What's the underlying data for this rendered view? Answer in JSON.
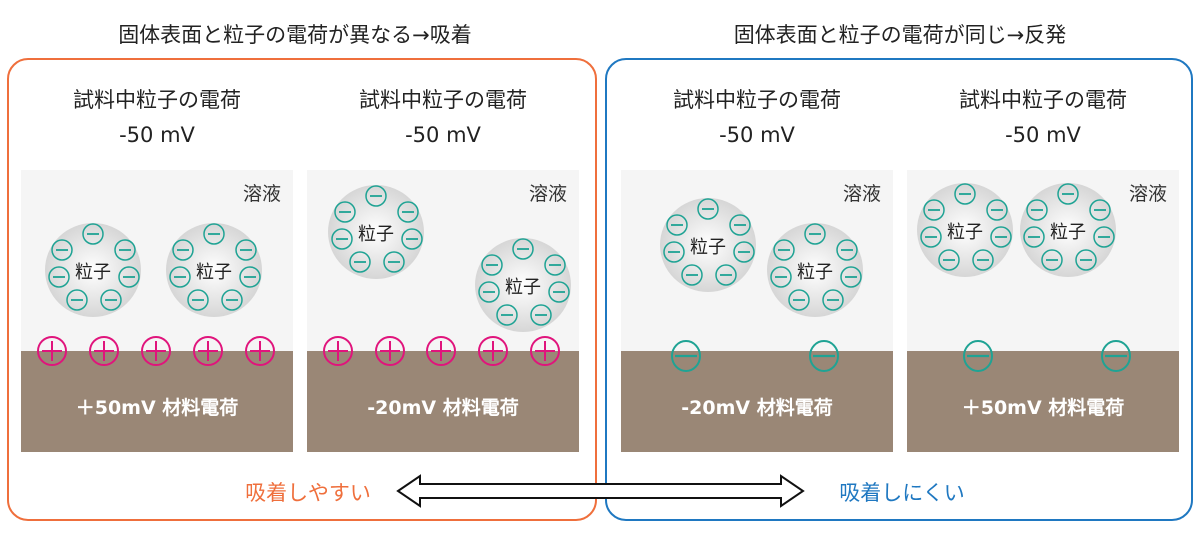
{
  "groups": [
    {
      "title": "固体表面と粒子の電荷が異なる→吸着",
      "color": "#ef6f3c",
      "result": "吸着しやすい"
    },
    {
      "title": "固体表面と粒子の電荷が同じ→反発",
      "color": "#1f78c1",
      "result": "吸着しにくい"
    }
  ],
  "panels": [
    {
      "heading": "試料中粒子の電荷",
      "particle_charge": "-50 mV",
      "solution_label": "溶液",
      "material_label": "＋50mV 材料電荷",
      "surface_charge_sign": "+",
      "surface_charge_count": 5,
      "particle_label": "粒子"
    },
    {
      "heading": "試料中粒子の電荷",
      "particle_charge": "-50 mV",
      "solution_label": "溶液",
      "material_label": "-20mV 材料電荷",
      "surface_charge_sign": "+",
      "surface_charge_count": 5,
      "particle_label": "粒子"
    },
    {
      "heading": "試料中粒子の電荷",
      "particle_charge": "-50 mV",
      "solution_label": "溶液",
      "material_label": "-20mV 材料電荷",
      "surface_charge_sign": "-",
      "surface_charge_count": 2,
      "particle_label": "粒子"
    },
    {
      "heading": "試料中粒子の電荷",
      "particle_charge": "-50 mV",
      "solution_label": "溶液",
      "material_label": "＋50mV 材料電荷",
      "surface_charge_sign": "-",
      "surface_charge_count": 2,
      "particle_label": "粒子"
    }
  ],
  "colors": {
    "solution": "#f5f5f5",
    "material": "#9a8776",
    "positive_charge": "#e0147c",
    "negative_charge": "#1fa394"
  }
}
